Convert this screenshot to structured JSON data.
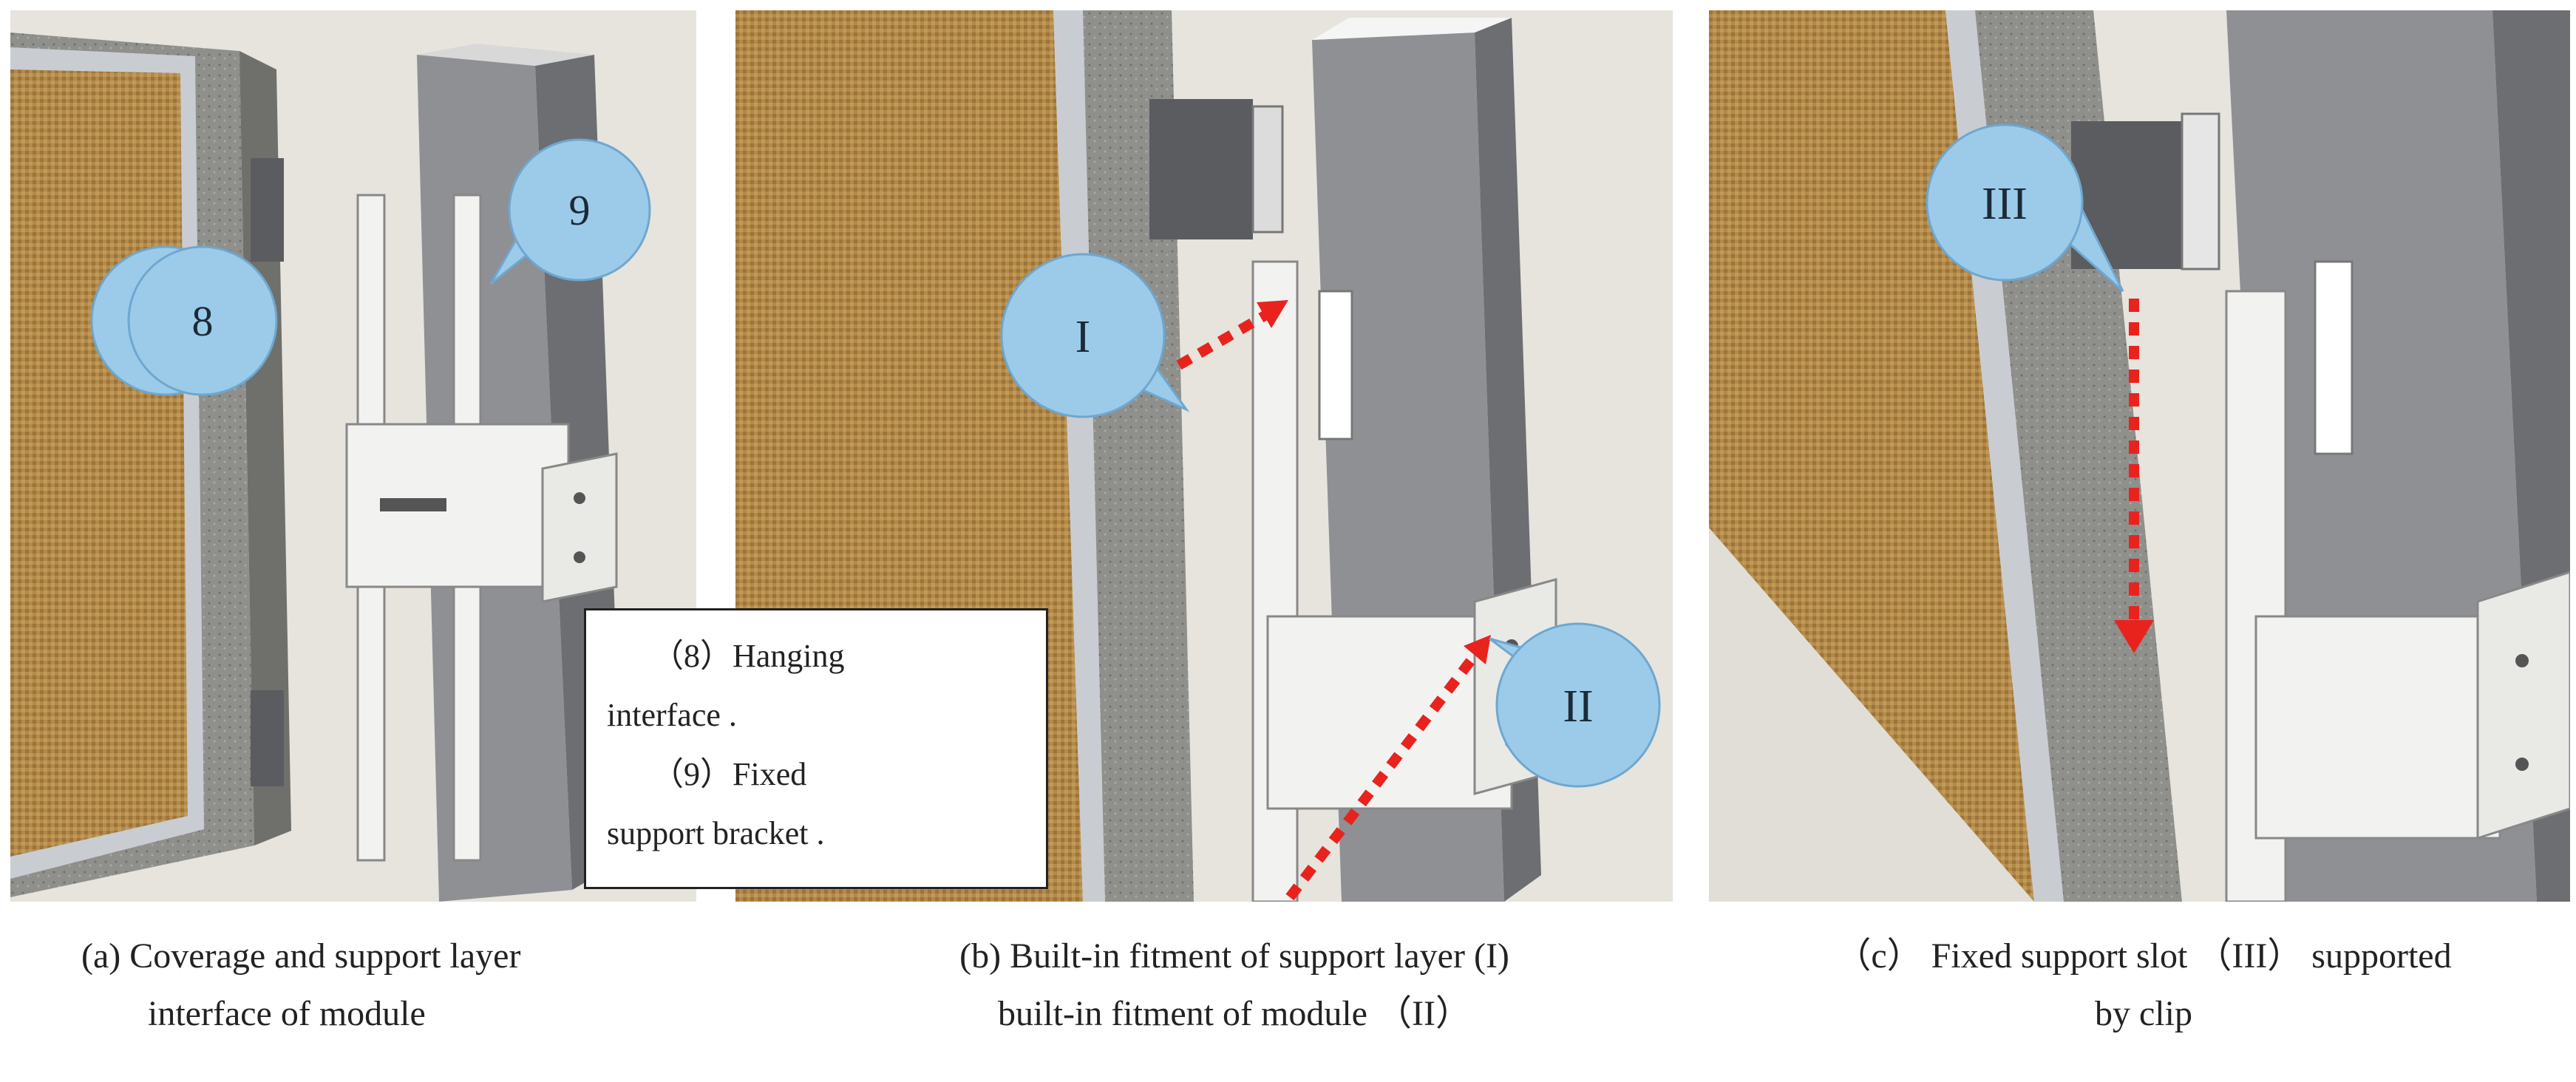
{
  "panels": [
    {
      "id": "a",
      "callouts": [
        "8",
        "9"
      ]
    },
    {
      "id": "b",
      "callouts": [
        "I",
        "II"
      ]
    },
    {
      "id": "c",
      "callouts": [
        "III"
      ]
    }
  ],
  "legend": {
    "line1": "（8）Hanging",
    "line2": "interface .",
    "line3": "（9）Fixed",
    "line4": "support bracket ."
  },
  "captions": {
    "a": {
      "line1": "(a) Coverage and support layer",
      "line2": "interface of module"
    },
    "b": {
      "line1": "(b) Built-in fitment of support layer (I)",
      "line2": "built-in fitment of module （II）"
    },
    "c": {
      "line1": "（c） Fixed support slot （III） supported",
      "line2": "by clip"
    }
  },
  "colors": {
    "mat": "#b38a4a",
    "stone": "#8f8f8c",
    "frame": "#c9cdd2",
    "bracket": "#f2f2f0",
    "callout": "#9ccbea",
    "arrow": "#e8231e"
  }
}
